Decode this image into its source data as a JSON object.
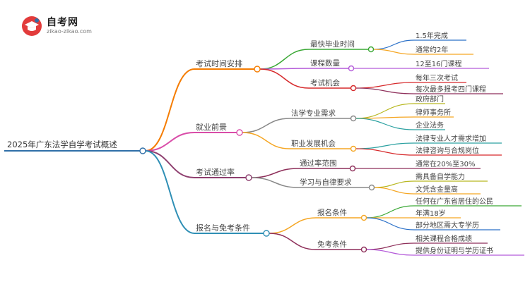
{
  "site": {
    "name": "自考网",
    "url": "zikao-zikao.com"
  },
  "colors": {
    "root": "#2f6fa8",
    "exam_time": "#f57c00",
    "employment": "#d94ca8",
    "pass_rate": "#8e3f6f",
    "registration": "#2f8fb5",
    "green": "#3aa835",
    "purple": "#b45ad9",
    "red": "#d6282a",
    "olive": "#b8b821",
    "teal": "#2aa0a0",
    "blue": "#2a70c8",
    "maroon": "#8e2f5a",
    "orange": "#f5a623"
  },
  "mindmap": {
    "root": "2025年广东法学自学考试概述",
    "branches": [
      {
        "label": "考试时间安排",
        "children": [
          {
            "label": "最快毕业时间",
            "children": [
              "1.5年完成",
              "通常约2年"
            ]
          },
          {
            "label": "课程数量",
            "children": [
              "12至16门课程"
            ]
          },
          {
            "label": "考试机会",
            "children": [
              "每年三次考试",
              "每次最多报考四门课程"
            ]
          }
        ]
      },
      {
        "label": "就业前景",
        "children": [
          {
            "label": "法学专业需求",
            "children": [
              "政府部门",
              "律师事务所",
              "企业法务"
            ]
          },
          {
            "label": "职业发展机会",
            "children": [
              "法律专业人才需求增加",
              "法律咨询与合规岗位"
            ]
          }
        ]
      },
      {
        "label": "考试通过率",
        "children": [
          {
            "label": "通过率范围",
            "children": [
              "通常在20%至30%"
            ]
          },
          {
            "label": "学习与自律要求",
            "children": [
              "需具备自学能力",
              "文凭含金量高"
            ]
          }
        ]
      },
      {
        "label": "报名与免考条件",
        "children": [
          {
            "label": "报名条件",
            "children": [
              "任何在广东省居住的公民",
              "年满18岁",
              "部分地区需大专学历"
            ]
          },
          {
            "label": "免考条件",
            "children": [
              "相关课程合格成绩",
              "提供身份证明与学历证书"
            ]
          }
        ]
      }
    ]
  }
}
